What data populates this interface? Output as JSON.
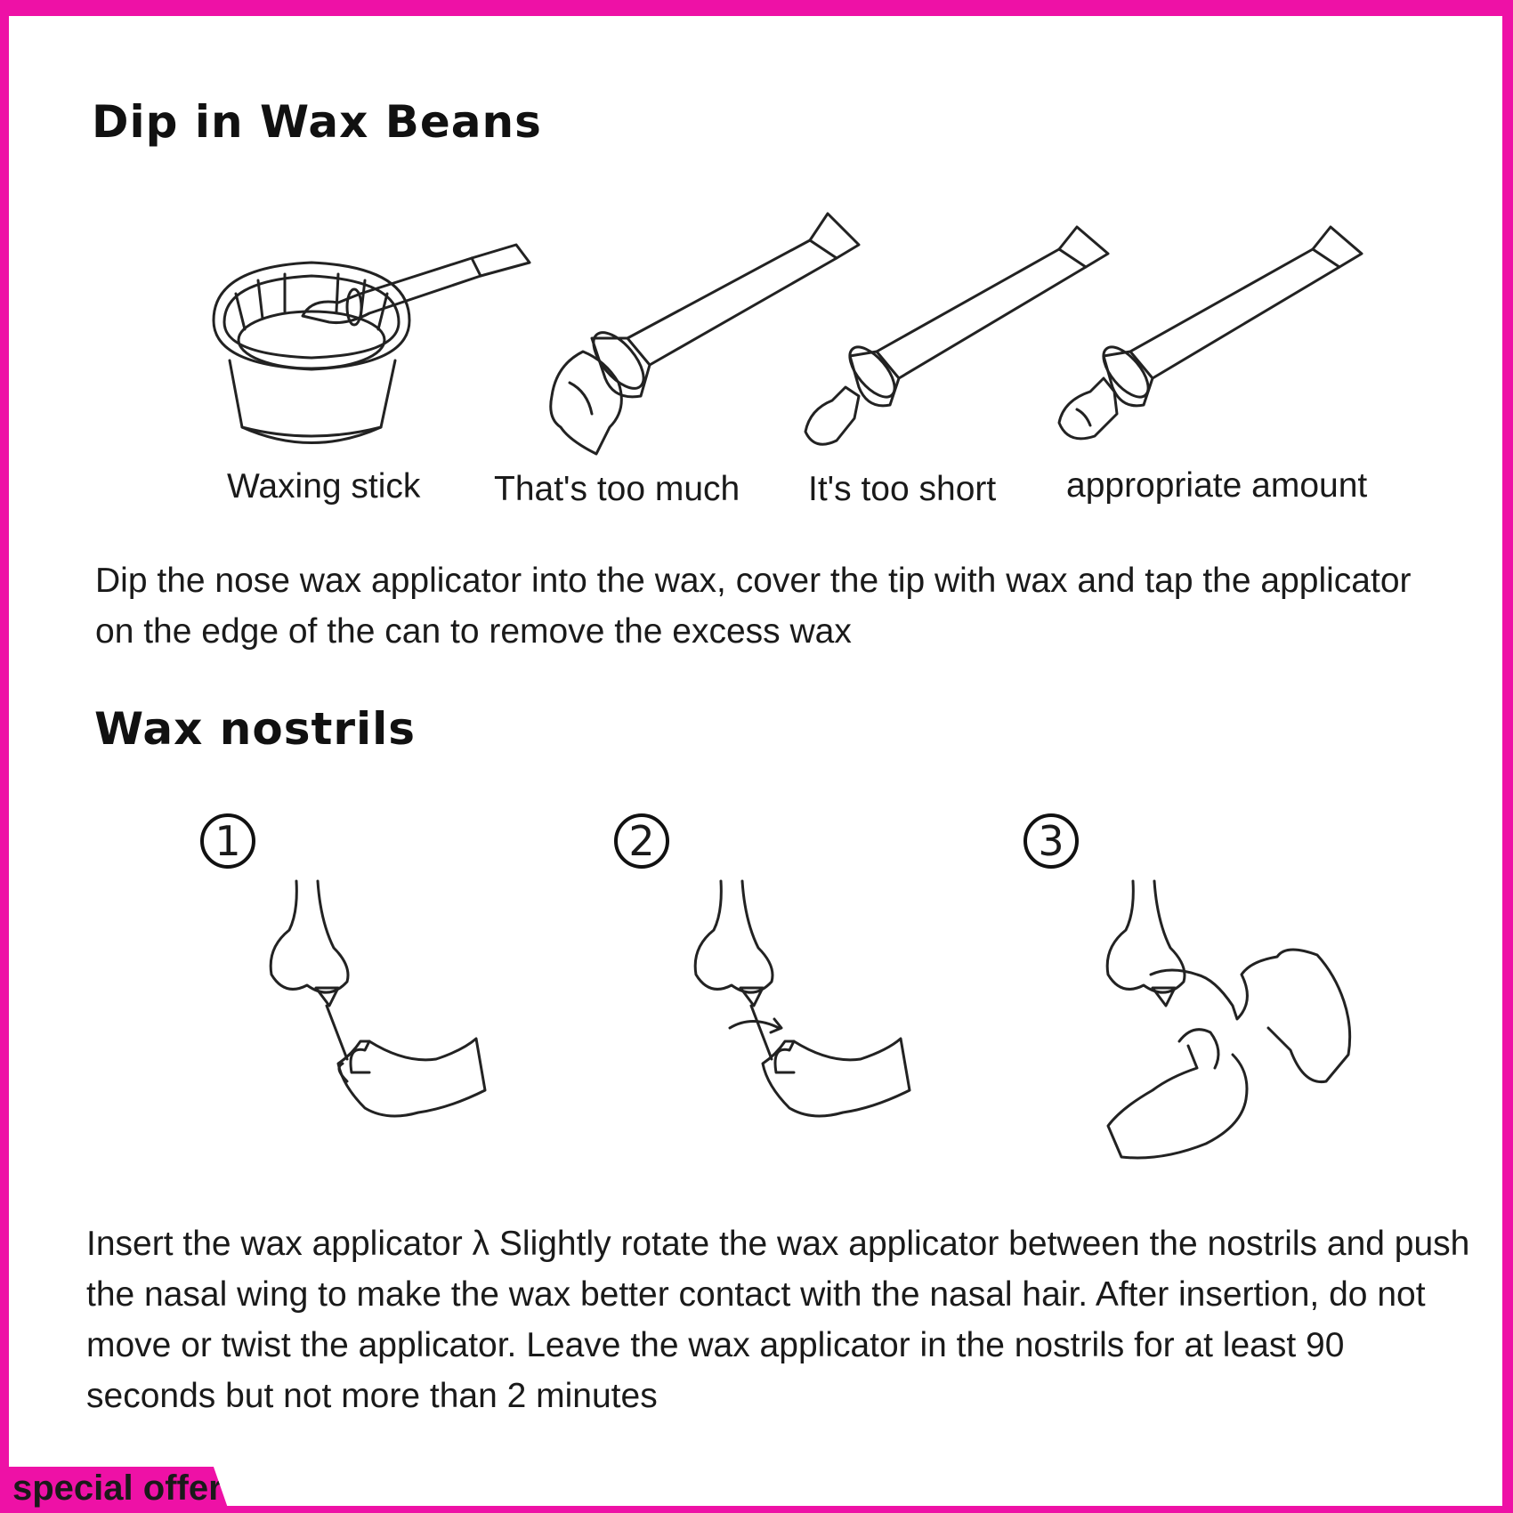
{
  "section1": {
    "title": "Dip in Wax Beans",
    "captions": [
      "Waxing stick",
      "That's too much",
      "It's too short",
      "appropriate amount"
    ],
    "description": "Dip the nose wax applicator into the wax, cover the tip with wax and tap the applicator on the edge of the can to remove the excess wax"
  },
  "section2": {
    "title": "Wax nostrils",
    "steps": [
      "1",
      "2",
      "3"
    ],
    "description": "Insert the wax applicator λ Slightly rotate the wax applicator between the nostrils and push the nasal wing to make the wax better contact with the nasal hair. After insertion, do not move or twist the applicator. Leave the wax applicator in the nostrils for at least 90 seconds but not more than 2 minutes"
  },
  "badge": {
    "label": "special offer"
  },
  "colors": {
    "frame": "#ee11a6",
    "text": "#1a1a1a"
  }
}
